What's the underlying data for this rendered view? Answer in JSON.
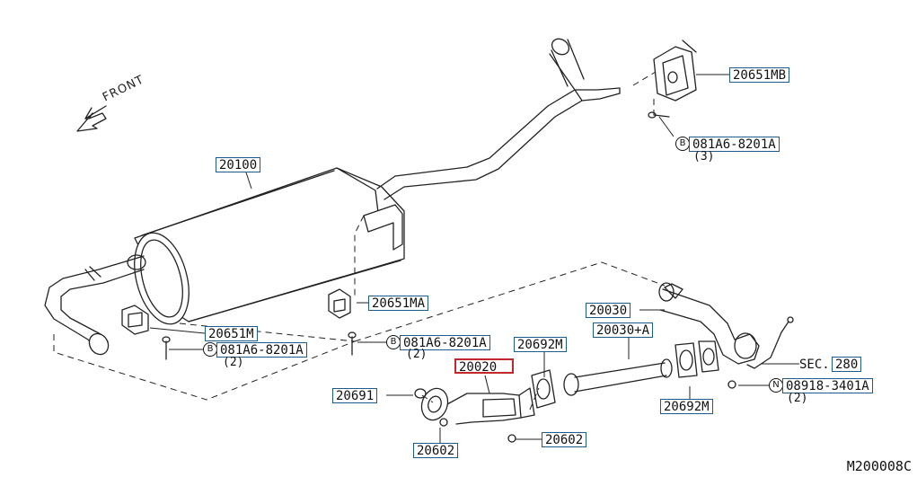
{
  "diagram": {
    "front_label": "FRONT",
    "diagram_code": "M200008C",
    "callouts": {
      "c20651MB": "20651MB",
      "c081A6_top": "081A6-8201A",
      "c20100": "20100",
      "c20651MA": "20651MA",
      "c20651M": "20651M",
      "c081A6_left": "081A6-8201A",
      "c081A6_mid": "081A6-8201A",
      "c20030": "20030",
      "c20030A": "20030+A",
      "c20692M_top": "20692M",
      "c20020": "20020",
      "c280": "280",
      "c08918": "08918-3401A",
      "c20691": "20691",
      "c20692M_bot": "20692M",
      "c20602_left": "20602",
      "c20602_right": "20602"
    },
    "quantities": {
      "q_top": "(3)",
      "q_left": "(2)",
      "q_mid": "(2)",
      "q_nut": "(2)"
    },
    "prefix_letters": {
      "b1": "B",
      "b2": "B",
      "b3": "B",
      "n1": "N"
    },
    "sec_text": "SEC."
  }
}
